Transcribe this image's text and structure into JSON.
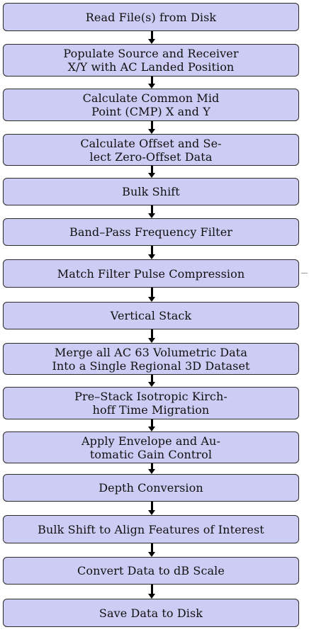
{
  "flowchart": {
    "steps": [
      {
        "label": "Read File(s) from Disk"
      },
      {
        "label": "Populate Source and Receiver\nX/Y with AC Landed Position"
      },
      {
        "label": "Calculate Common Mid\nPoint (CMP) X and Y"
      },
      {
        "label": "Calculate Offset and Se-\nlect Zero-Offset Data"
      },
      {
        "label": "Bulk Shift"
      },
      {
        "label": "Band–Pass Frequency Filter"
      },
      {
        "label": "Match Filter Pulse Compression"
      },
      {
        "label": "Vertical Stack"
      },
      {
        "label": "Merge all AC 63 Volumetric Data\nInto a Single Regional 3D Dataset"
      },
      {
        "label": "Pre–Stack Isotropic Kirch-\nhoff Time Migration"
      },
      {
        "label": "Apply Envelope and Au-\ntomatic Gain Control"
      },
      {
        "label": "Depth Conversion"
      },
      {
        "label": "Bulk Shift to Align Features of Interest"
      },
      {
        "label": "Convert Data to dB Scale"
      },
      {
        "label": "Save Data to Disk"
      }
    ]
  },
  "colors": {
    "box_fill": "#ccccf4",
    "box_border": "#2a2a2a",
    "arrow": "#000000"
  }
}
